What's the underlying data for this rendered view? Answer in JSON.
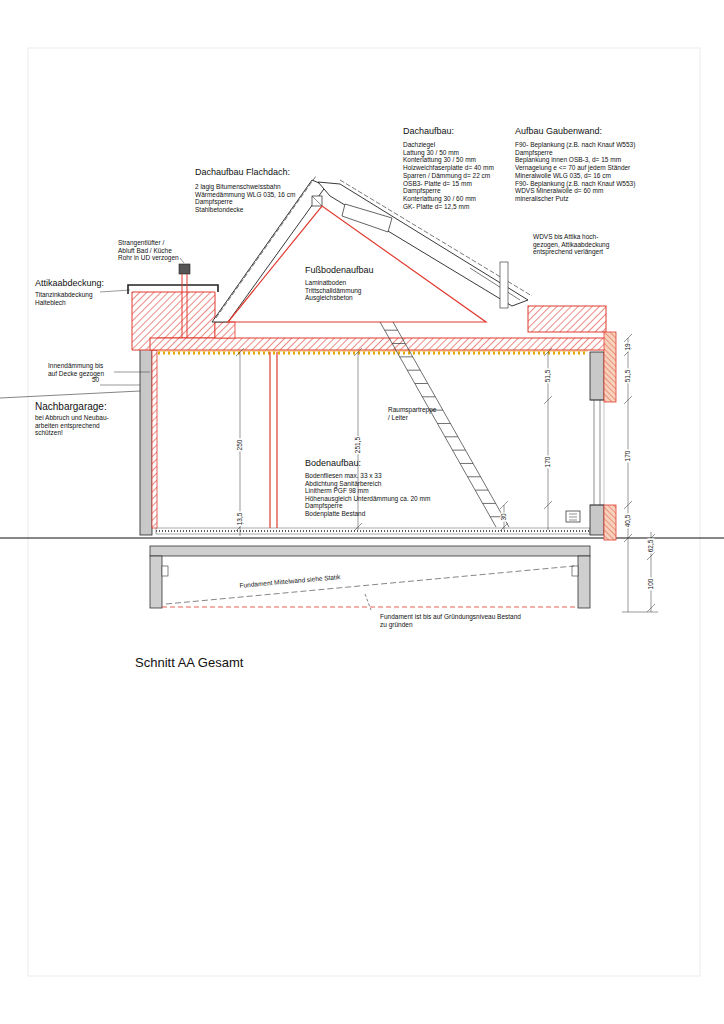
{
  "diagram": {
    "title": "Schnitt AA Gesamt",
    "labels": [
      "Dachaufbau Flachdach:",
      "2 lagig Bitumenschweissbahn",
      "Wärmedämmung WLG 035, 16 cm",
      "Dampfsperre",
      "Stahlbetondecke",
      "Dachaufbau:",
      "Dachziegel",
      "Lattung 30 / 50 mm",
      "Konterlattung 30 / 50 mm",
      "Holzweichfaserplatte d= 40 mm",
      "Sparren / Dämmung d= 22 cm",
      "OSB3- Platte d= 15 mm",
      "Dampfsperre",
      "Konterlattung 30 / 60 mm",
      "GK- Platte d= 12,5 mm",
      "Aufbau Gaubenwand:",
      "F90- Beplankung (z.B. nach Knauf W553)",
      "Dampfsperre",
      "Beplankung innen OSB-3, d= 15 mm",
      "Vernagelung e <= 70 auf jedem Ständer",
      "Mineralwolle WLG 035, d= 16 cm",
      "F90- Beplankung (z.B. nach Knauf W553)",
      "WDVS Mineralwolle d= 60 mm",
      "mineralischer Putz",
      "WDVS bis Attika hoch-",
      "gezogen, Attikaabdeckung",
      "entsprechend verlängert",
      "Strangentlüfter /",
      "Abluft Bad / Küche",
      "Rohr in UD verzogen",
      "Attikaabdeckung:",
      "Titanzinkabdeckung",
      "Halteblech",
      "Fußbodenaufbau",
      "Laminatboden",
      "Trittschalldämmung",
      "Ausgleichsbeton",
      "Innendämmung bis",
      "auf Decke gezogen",
      "50",
      "Nachbargarage:",
      "bei Abbruch und Neubau-",
      "arbeiten entsprechend",
      "schützen!",
      "250",
      "Raumspartreppe",
      "/ Leiter",
      "251,5",
      "51,5",
      "170",
      "Bodenaufbau:",
      "Bodenfliesen max. 33 x 33",
      "Abdichtung Sanitärbereich",
      "Linitherm PGF 98 mm",
      "Höhenausgleich Unterdämmung ca. 20 mm",
      "Dampfsperre",
      "Bodenplatte Bestand",
      "13,5",
      "30",
      "19",
      "51,5",
      "170",
      "40,5",
      "62,5",
      "100",
      "Fundament Mittelwand siehe Statik",
      "Fundament ist bis auf Gründungsniveau Bestand",
      "zu gründen"
    ]
  }
}
